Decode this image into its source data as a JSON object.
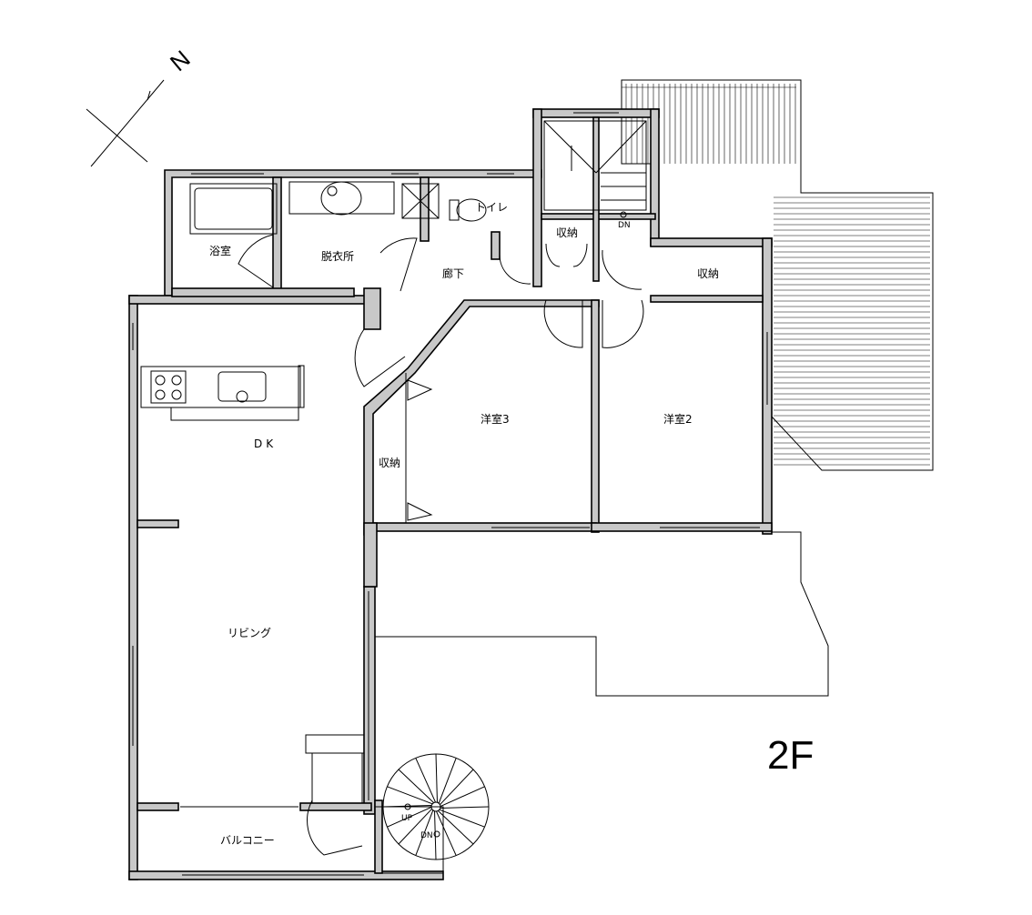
{
  "north": {
    "label": "N"
  },
  "floor": {
    "label": "2F"
  },
  "rooms": {
    "bathroom": "浴室",
    "dressing": "脱衣所",
    "toilet": "トイレ",
    "hall": "廊下",
    "storage_stair": "収納",
    "storage_room2": "収納",
    "storage_room3": "収納",
    "western3": "洋室3",
    "western2": "洋室2",
    "dk": "DK",
    "living": "リビング",
    "balcony": "バルコニー"
  },
  "stairs": {
    "main_dn": "DN",
    "spiral_up": "UP",
    "spiral_dn": "DN"
  }
}
